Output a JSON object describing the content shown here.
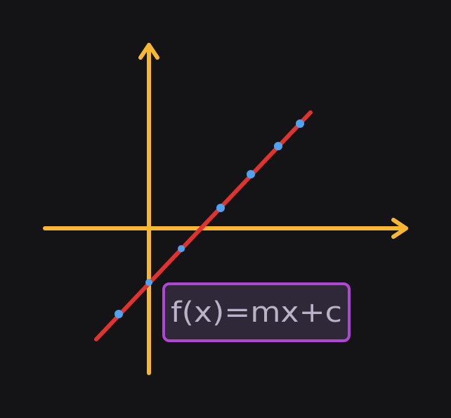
{
  "diagram": {
    "formula": "f(x)=mx+c",
    "colors": {
      "background": "#141416",
      "axes": "#f7b731",
      "line": "#e0322f",
      "points": "#4ea3f2",
      "formula_box_fill": "#2e2838",
      "formula_box_border": "#b046d4",
      "formula_text": "#b9b2c8"
    },
    "icons": [
      "x-axis-arrow",
      "y-axis-arrow"
    ]
  }
}
